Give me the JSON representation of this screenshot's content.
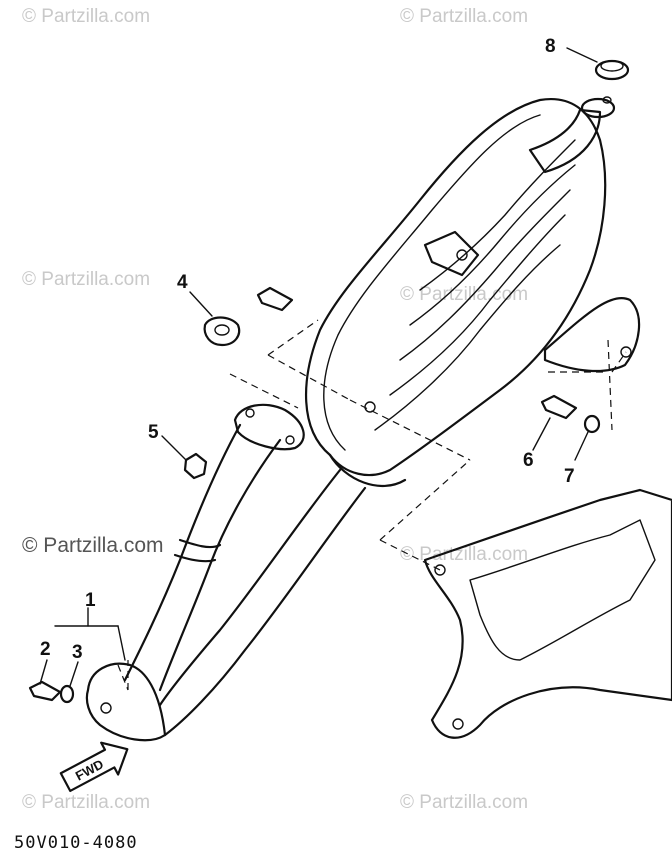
{
  "diagram_code": "50V010-4080",
  "fwd_label": "FWD",
  "watermarks": {
    "light": "© Partzilla.com",
    "strong": "© Partzilla.com"
  },
  "callouts": {
    "c1": "1",
    "c2": "2",
    "c3": "3",
    "c4": "4",
    "c5": "5",
    "c6": "6",
    "c7": "7",
    "c8": "8"
  }
}
